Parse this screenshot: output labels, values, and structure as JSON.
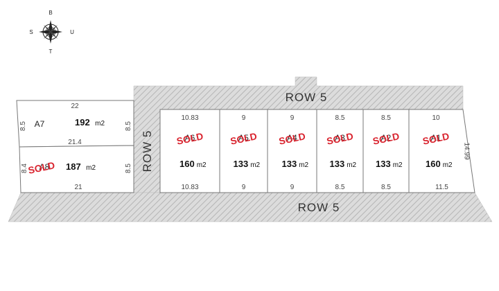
{
  "compass": {
    "north": "B",
    "south": "T",
    "west": "S",
    "east": "U"
  },
  "roads": {
    "top": "ROW 5",
    "bottom": "ROW 5",
    "side": "ROW 5"
  },
  "sold_label": "SOLD",
  "left_lots": {
    "a7": {
      "id": "A7",
      "area": "192",
      "unit": "m2",
      "top": "22",
      "bottom": "21.4",
      "left": "8.5",
      "right": "8.5"
    },
    "a8": {
      "id": "A8",
      "area": "187",
      "unit": "m2",
      "bottom": "21",
      "left": "8.4",
      "right": "8.5"
    }
  },
  "right_lots": [
    {
      "id": "A6",
      "area": "160",
      "unit": "m2",
      "top": "10.83",
      "bottom": "10.83"
    },
    {
      "id": "A5",
      "area": "133",
      "unit": "m2",
      "top": "9",
      "bottom": "9"
    },
    {
      "id": "A4",
      "area": "133",
      "unit": "m2",
      "top": "9",
      "bottom": "9"
    },
    {
      "id": "A3",
      "area": "133",
      "unit": "m2",
      "top": "8.5",
      "bottom": "8.5"
    },
    {
      "id": "A2",
      "area": "133",
      "unit": "m2",
      "top": "8.5",
      "bottom": "8.5"
    },
    {
      "id": "A1",
      "area": "160",
      "unit": "m2",
      "top": "10",
      "bottom": "11.5",
      "right": "14.99"
    }
  ]
}
